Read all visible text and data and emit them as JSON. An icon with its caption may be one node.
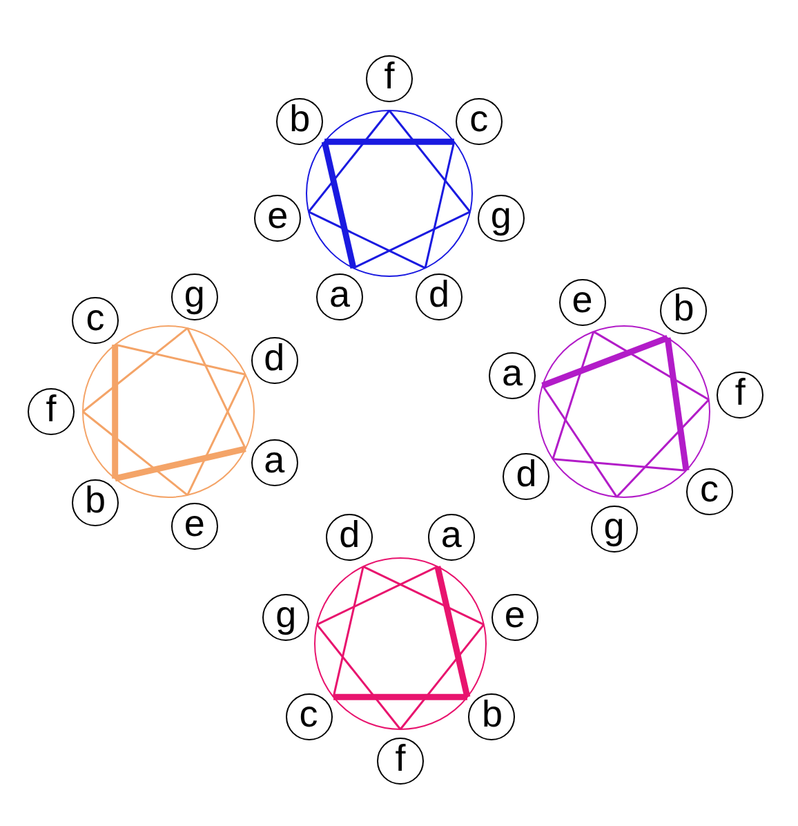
{
  "diagram": {
    "nodes": [
      {
        "text": [
          "f"
        ]
      },
      {
        "text": [
          "c"
        ]
      },
      {
        "text": [
          "g"
        ]
      },
      {
        "text": [
          "d"
        ]
      },
      {
        "text": [
          "a"
        ]
      },
      {
        "text": [
          "e"
        ]
      },
      {
        "text": [
          "b"
        ]
      },
      {
        "text": [
          "f"
        ]
      },
      {
        "text": [
          "c"
        ]
      },
      {
        "text": [
          "g"
        ]
      },
      {
        "text": [
          "d"
        ]
      },
      {
        "text": [
          "a"
        ]
      },
      {
        "text": [
          "e"
        ]
      },
      {
        "text": [
          "b"
        ]
      },
      {
        "text": [
          "f"
        ]
      },
      {
        "text": [
          "c"
        ]
      },
      {
        "text": [
          "g"
        ]
      },
      {
        "text": [
          "d"
        ]
      },
      {
        "text": [
          "a"
        ]
      },
      {
        "text": [
          "e"
        ]
      },
      {
        "text": [
          "b"
        ]
      },
      {
        "text": [
          "f"
        ]
      },
      {
        "text": [
          "c"
        ]
      },
      {
        "text": [
          "g"
        ]
      },
      {
        "text": [
          "d"
        ]
      },
      {
        "text": [
          "a"
        ]
      },
      {
        "text": [
          "e"
        ]
      },
      {
        "text": [
          "b"
        ]
      }
    ],
    "edges": [
      {
        "from": 4,
        "to": 6,
        "arrow": "none",
        "style": "thick",
        "color": "#1a1ae0"
      },
      {
        "from": 6,
        "to": 1,
        "arrow": "none",
        "style": "thick",
        "color": "#1a1ae0"
      },
      {
        "from": 1,
        "to": 3,
        "arrow": "none",
        "color": "#1a1ae0"
      },
      {
        "from": 3,
        "to": 5,
        "arrow": "none",
        "color": "#1a1ae0"
      },
      {
        "from": 5,
        "to": 0,
        "arrow": "none",
        "color": "#1a1ae0"
      },
      {
        "from": 0,
        "to": 2,
        "arrow": "none",
        "color": "#1a1ae0"
      },
      {
        "from": 2,
        "to": 4,
        "arrow": "none",
        "color": "#1a1ae0"
      },
      {
        "from": 11,
        "to": 13,
        "arrow": "none",
        "style": "thick",
        "color": "#f4a468"
      },
      {
        "from": 13,
        "to": 8,
        "arrow": "none",
        "style": "thick",
        "color": "#f4a468"
      },
      {
        "from": 8,
        "to": 10,
        "arrow": "none",
        "color": "#f4a468"
      },
      {
        "from": 10,
        "to": 12,
        "arrow": "none",
        "color": "#f4a468"
      },
      {
        "from": 12,
        "to": 7,
        "arrow": "none",
        "color": "#f4a468"
      },
      {
        "from": 7,
        "to": 9,
        "arrow": "none",
        "color": "#f4a468"
      },
      {
        "from": 9,
        "to": 11,
        "arrow": "none",
        "color": "#f4a468"
      },
      {
        "from": 18,
        "to": 20,
        "arrow": "none",
        "style": "thick",
        "color": "#b21cc8"
      },
      {
        "from": 20,
        "to": 15,
        "arrow": "none",
        "style": "thick",
        "color": "#b21cc8"
      },
      {
        "from": 15,
        "to": 17,
        "arrow": "none",
        "color": "#b21cc8"
      },
      {
        "from": 17,
        "to": 19,
        "arrow": "none",
        "color": "#b21cc8"
      },
      {
        "from": 19,
        "to": 14,
        "arrow": "none",
        "color": "#b21cc8"
      },
      {
        "from": 14,
        "to": 16,
        "arrow": "none",
        "color": "#b21cc8"
      },
      {
        "from": 16,
        "to": 18,
        "arrow": "none",
        "color": "#b21cc8"
      },
      {
        "from": 25,
        "to": 27,
        "arrow": "none",
        "style": "thick",
        "color": "#e8146e"
      },
      {
        "from": 27,
        "to": 22,
        "arrow": "none",
        "style": "thick",
        "color": "#e8146e"
      },
      {
        "from": 22,
        "to": 24,
        "arrow": "none",
        "color": "#e8146e"
      },
      {
        "from": 24,
        "to": 26,
        "arrow": "none",
        "color": "#e8146e"
      },
      {
        "from": 26,
        "to": 21,
        "arrow": "none",
        "color": "#e8146e"
      },
      {
        "from": 21,
        "to": 23,
        "arrow": "none",
        "color": "#e8146e"
      },
      {
        "from": 23,
        "to": 25,
        "arrow": "none",
        "color": "#e8146e"
      }
    ]
  }
}
